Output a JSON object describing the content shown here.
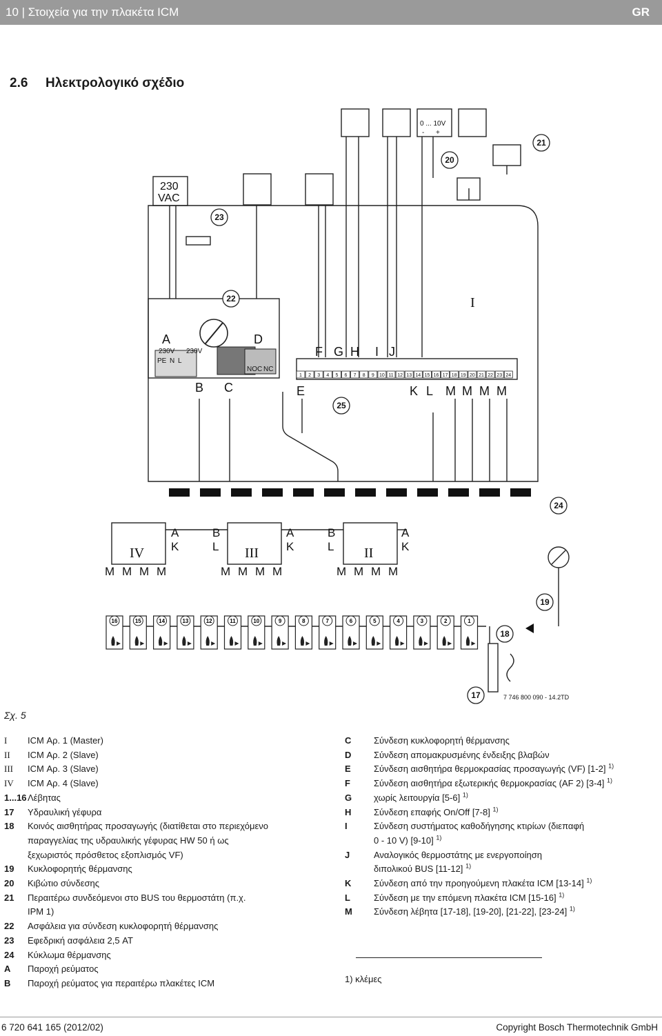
{
  "header": {
    "title": "10 | Στοιχεία για την πλακέτα ICM",
    "lang": "GR"
  },
  "section": {
    "number": "2.6",
    "title": "Ηλεκτρολογικό σχέδιο"
  },
  "diagram": {
    "supply": "230 VAC",
    "supply_line1": "230",
    "supply_line2": "VAC",
    "voltage_range": "0 ... 10V",
    "minus": "-",
    "plus": "+",
    "module_numbers": [
      "16",
      "15",
      "14",
      "13",
      "12",
      "11",
      "10",
      "9",
      "8",
      "7",
      "6",
      "5",
      "4",
      "3",
      "2",
      "1"
    ],
    "terminals": [
      "1",
      "2",
      "3",
      "4",
      "5",
      "6",
      "7",
      "8",
      "9",
      "10",
      "11",
      "12",
      "13",
      "14",
      "15",
      "16",
      "17",
      "18",
      "19",
      "20",
      "21",
      "22",
      "23",
      "24"
    ],
    "callouts": [
      "17",
      "18",
      "19",
      "20",
      "21",
      "22",
      "23",
      "24",
      "25"
    ],
    "code": "7 746 800 090 - 14.2TD",
    "label_230v_a": "230V",
    "label_230v_b": "230V",
    "pe": "PE",
    "n": "N",
    "l": "L",
    "no": "NO",
    "c": "C",
    "nc": "NC"
  },
  "figure_label": "Σχ. 5",
  "legend_left": [
    {
      "key": "I",
      "text": "ICM Αρ. 1 (Master)",
      "roman": true
    },
    {
      "key": "II",
      "text": "ICM Αρ. 2 (Slave)",
      "roman": true
    },
    {
      "key": "III",
      "text": "ICM Αρ. 3 (Slave)",
      "roman": true
    },
    {
      "key": "IV",
      "text": "ICM Αρ. 4 (Slave)",
      "roman": true
    },
    {
      "key": "1...16",
      "text": "Λέβητας",
      "roman": false
    },
    {
      "key": "17",
      "text": "Υδραυλική γέφυρα",
      "roman": false
    },
    {
      "key": "18",
      "text": "Κοινός αισθητήρας προσαγωγής (διατίθεται στο περιεχόμενο",
      "roman": false
    },
    {
      "key": "",
      "text": "παραγγελίας της υδραυλικής γέφυρας HW 50 ή ως",
      "roman": false
    },
    {
      "key": "",
      "text": "ξεχωριστός πρόσθετος εξοπλισμός VF)",
      "roman": false
    },
    {
      "key": "19",
      "text": "Κυκλοφορητής θέρμανσης",
      "roman": false
    },
    {
      "key": "20",
      "text": "Κιβώτιο σύνδεσης",
      "roman": false
    },
    {
      "key": "21",
      "text": "Περαιτέρω συνδεόμενοι στο BUS του θερμοστάτη (π.χ.",
      "roman": false
    },
    {
      "key": "",
      "text": "IPM 1)",
      "roman": false
    },
    {
      "key": "22",
      "text": "Ασφάλεια για σύνδεση κυκλοφορητή θέρμανσης",
      "roman": false
    },
    {
      "key": "23",
      "text": "Εφεδρική ασφάλεια 2,5 AT",
      "roman": false
    },
    {
      "key": "24",
      "text": "Κύκλωμα θέρμανσης",
      "roman": false
    },
    {
      "key": "A",
      "text": "Παροχή ρεύματος",
      "roman": false
    },
    {
      "key": "B",
      "text": "Παροχή ρεύματος για περαιτέρω πλακέτες ICM",
      "roman": false
    }
  ],
  "legend_right": [
    {
      "key": "C",
      "text": "Σύνδεση κυκλοφορητή θέρμανσης",
      "sup": ""
    },
    {
      "key": "D",
      "text": "Σύνδεση απομακρυσμένης ένδειξης βλαβών",
      "sup": ""
    },
    {
      "key": "E",
      "text": "Σύνδεση αισθητήρα θερμοκρασίας προσαγωγής (VF) [1-2]",
      "sup": "1)"
    },
    {
      "key": "F",
      "text": "Σύνδεση αισθητήρα εξωτερικής θερμοκρασίας (AF 2) [3-4]",
      "sup": "1)"
    },
    {
      "key": "G",
      "text": "χωρίς λειτουργία [5-6]",
      "sup": "1)"
    },
    {
      "key": "H",
      "text": "Σύνδεση επαφής On/Off [7-8]",
      "sup": "1)"
    },
    {
      "key": "I",
      "text": "Σύνδεση συστήματος καθοδήγησης κτιρίων (διεπαφή",
      "sup": ""
    },
    {
      "key": "",
      "text": "0 - 10 V) [9-10]",
      "sup": "1)"
    },
    {
      "key": "J",
      "text": "Αναλογικός θερμοστάτης με ενεργοποίηση",
      "sup": ""
    },
    {
      "key": "",
      "text": "διπολικού BUS [11-12]",
      "sup": "1)"
    },
    {
      "key": "K",
      "text": "Σύνδεση από την προηγούμενη πλακέτα ICM [13-14]",
      "sup": "1)"
    },
    {
      "key": "L",
      "text": "Σύνδεση με την επόμενη πλακέτα ICM [15-16]",
      "sup": "1)"
    },
    {
      "key": "M",
      "text": "Σύνδεση λέβητα [17-18], [19-20], [21-22], [23-24]",
      "sup": "1)"
    }
  ],
  "footnote": "1)  κλέμες",
  "footer": {
    "left": "6 720 641 165 (2012/02)",
    "right": "Copyright Bosch Thermotechnik GmbH"
  }
}
